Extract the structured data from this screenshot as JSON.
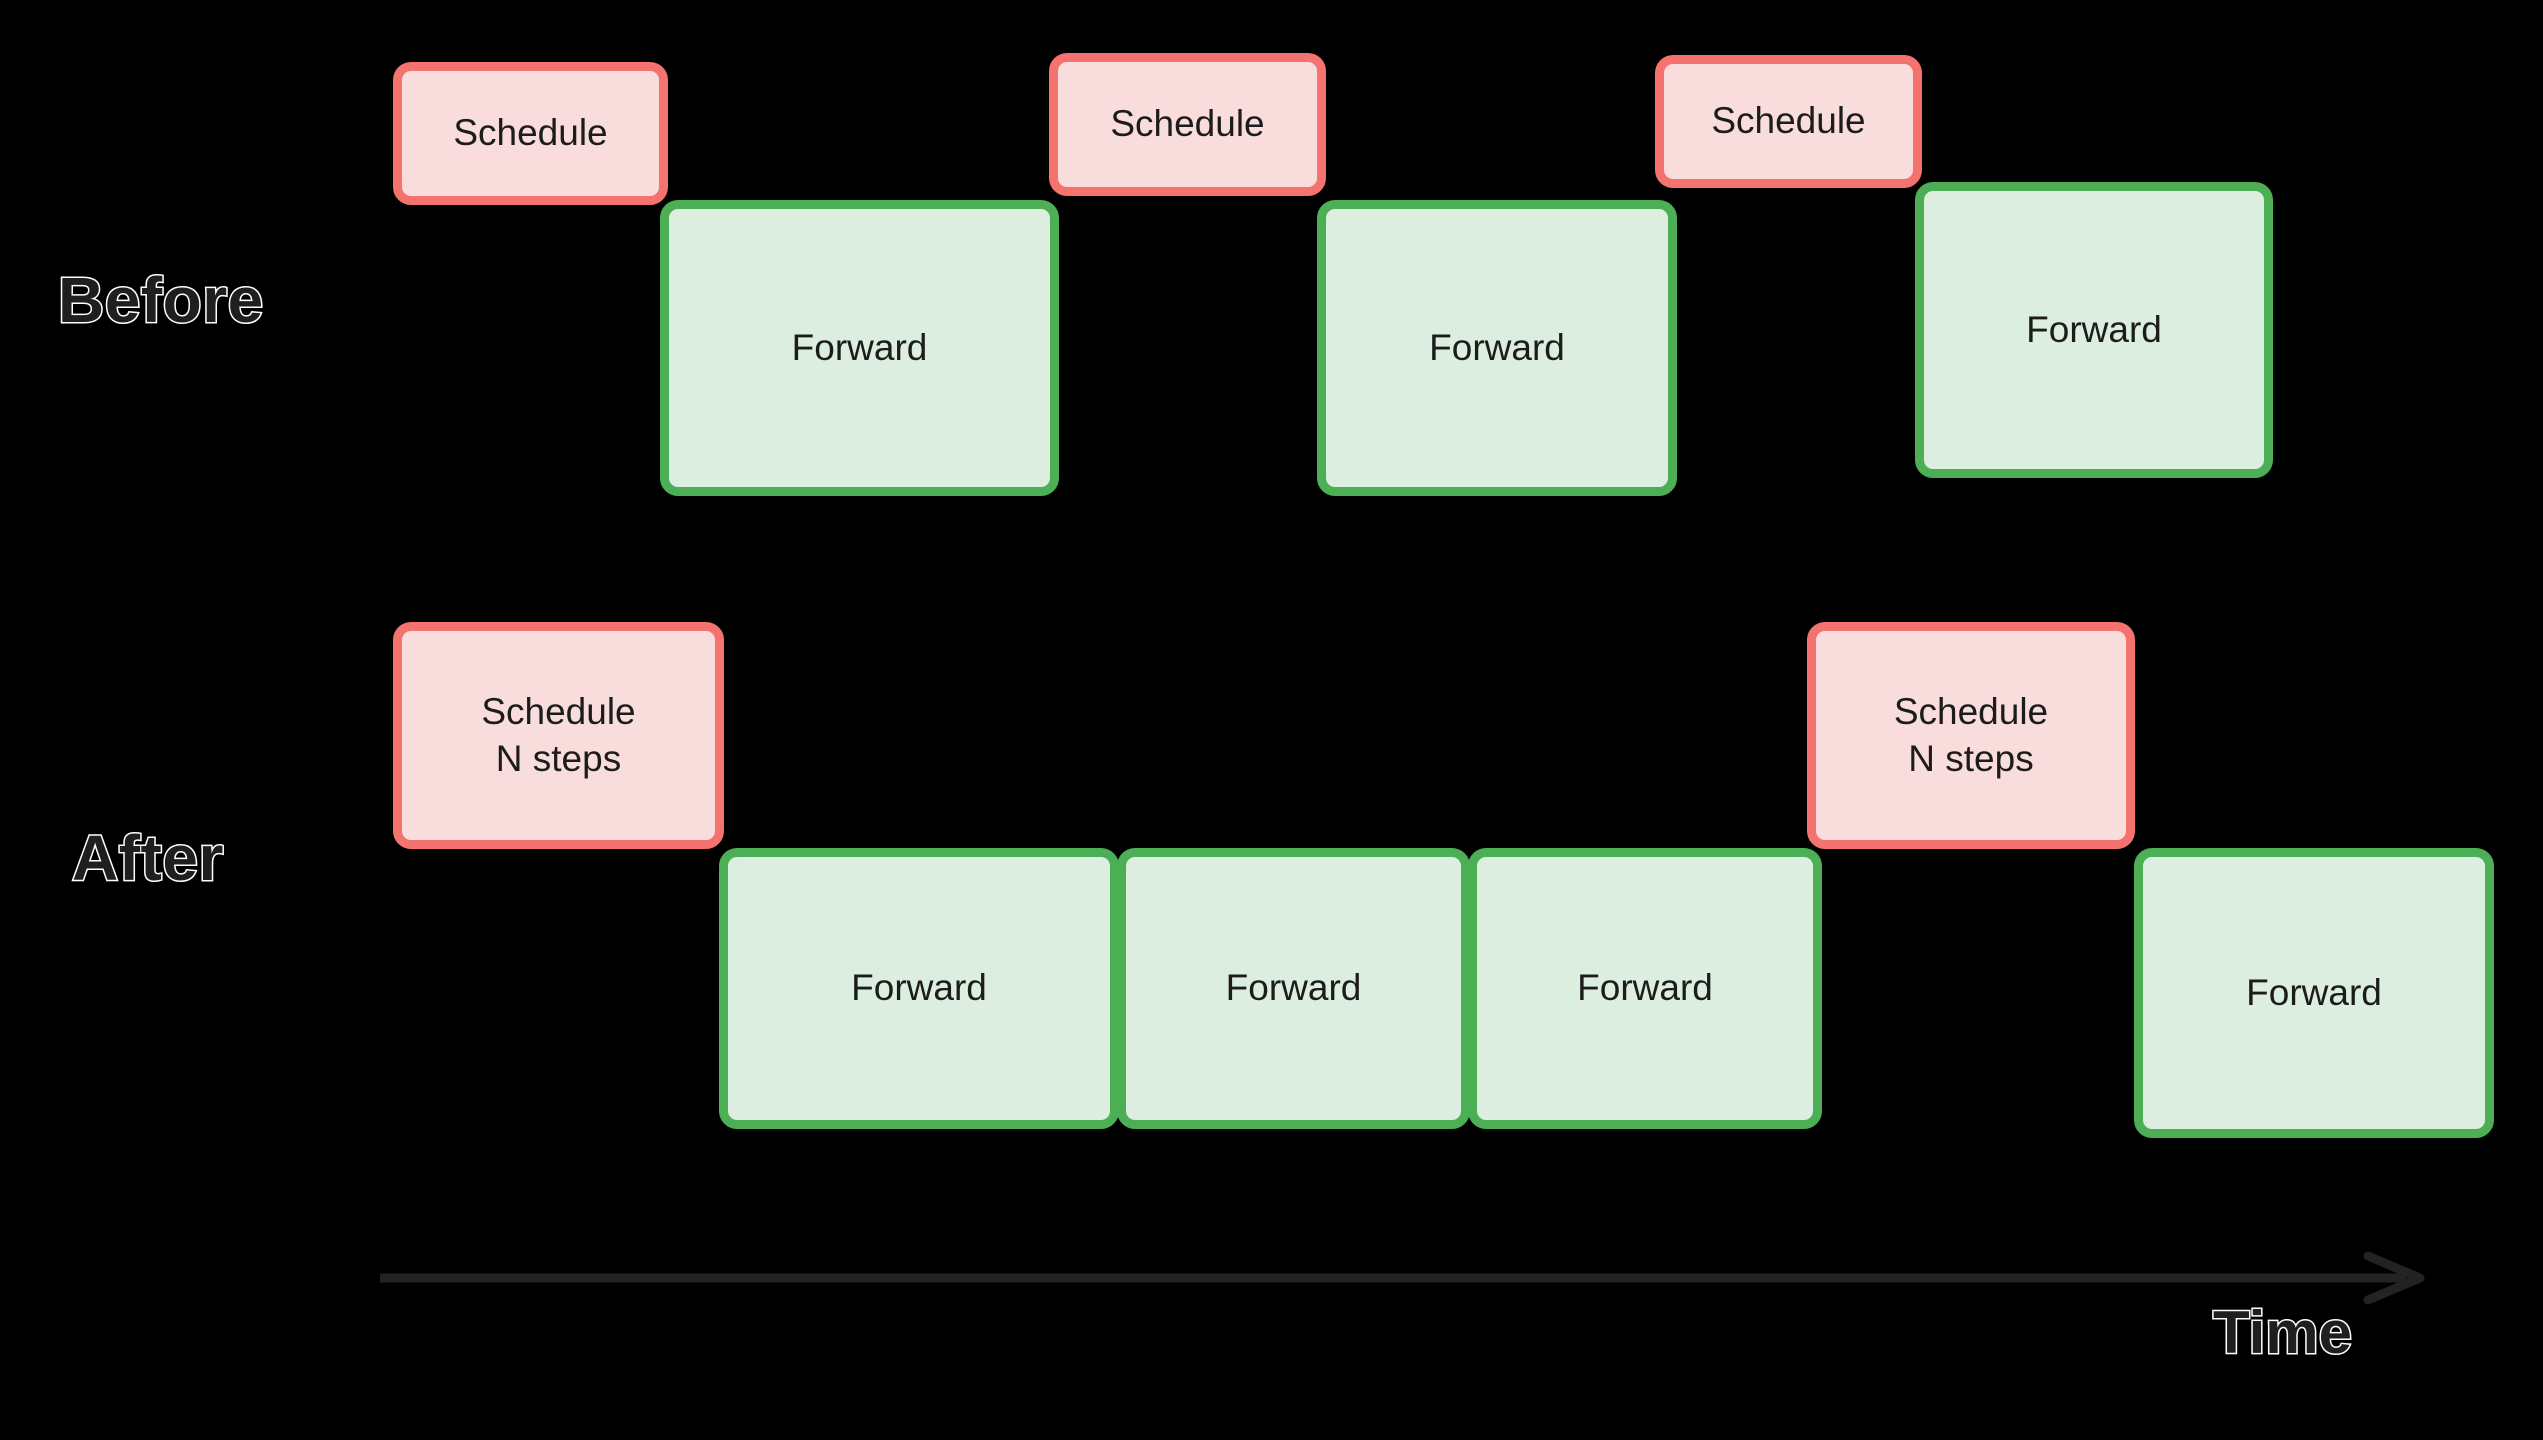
{
  "diagram": {
    "background_color": "#000000",
    "rows": [
      {
        "label": "Before",
        "blocks": [
          {
            "kind": "schedule",
            "label": "Schedule"
          },
          {
            "kind": "forward",
            "label": "Forward"
          },
          {
            "kind": "schedule",
            "label": "Schedule"
          },
          {
            "kind": "forward",
            "label": "Forward"
          },
          {
            "kind": "schedule",
            "label": "Schedule"
          },
          {
            "kind": "forward",
            "label": "Forward"
          }
        ]
      },
      {
        "label": "After",
        "blocks": [
          {
            "kind": "schedule",
            "label": "Schedule\nN steps"
          },
          {
            "kind": "forward",
            "label": "Forward"
          },
          {
            "kind": "forward",
            "label": "Forward"
          },
          {
            "kind": "forward",
            "label": "Forward"
          },
          {
            "kind": "schedule",
            "label": "Schedule\nN steps"
          },
          {
            "kind": "forward",
            "label": "Forward"
          }
        ]
      }
    ],
    "axis": {
      "label": "Time",
      "icon": "arrow-right-icon",
      "color": "#232323"
    },
    "colors": {
      "schedule_fill": "#F9DCDC",
      "schedule_border": "#F4736F",
      "forward_fill": "#DBEEDF",
      "forward_border": "#4CAF56",
      "text": "#1C1C1C",
      "label_stroke": "#FFFFFF"
    }
  }
}
